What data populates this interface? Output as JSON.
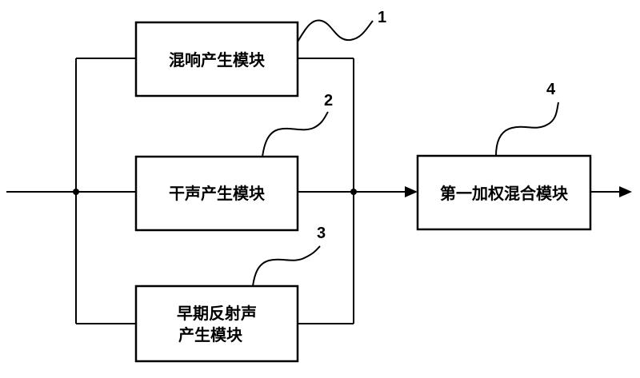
{
  "blocks": {
    "reverb": {
      "label": "混响产生模块",
      "number": "1"
    },
    "dry": {
      "label": "干声产生模块",
      "number": "2"
    },
    "early_line1": "早期反射声",
    "early_line2": "产生模块",
    "early_number": "3",
    "mixer": {
      "label": "第一加权混合模块",
      "number": "4"
    }
  }
}
